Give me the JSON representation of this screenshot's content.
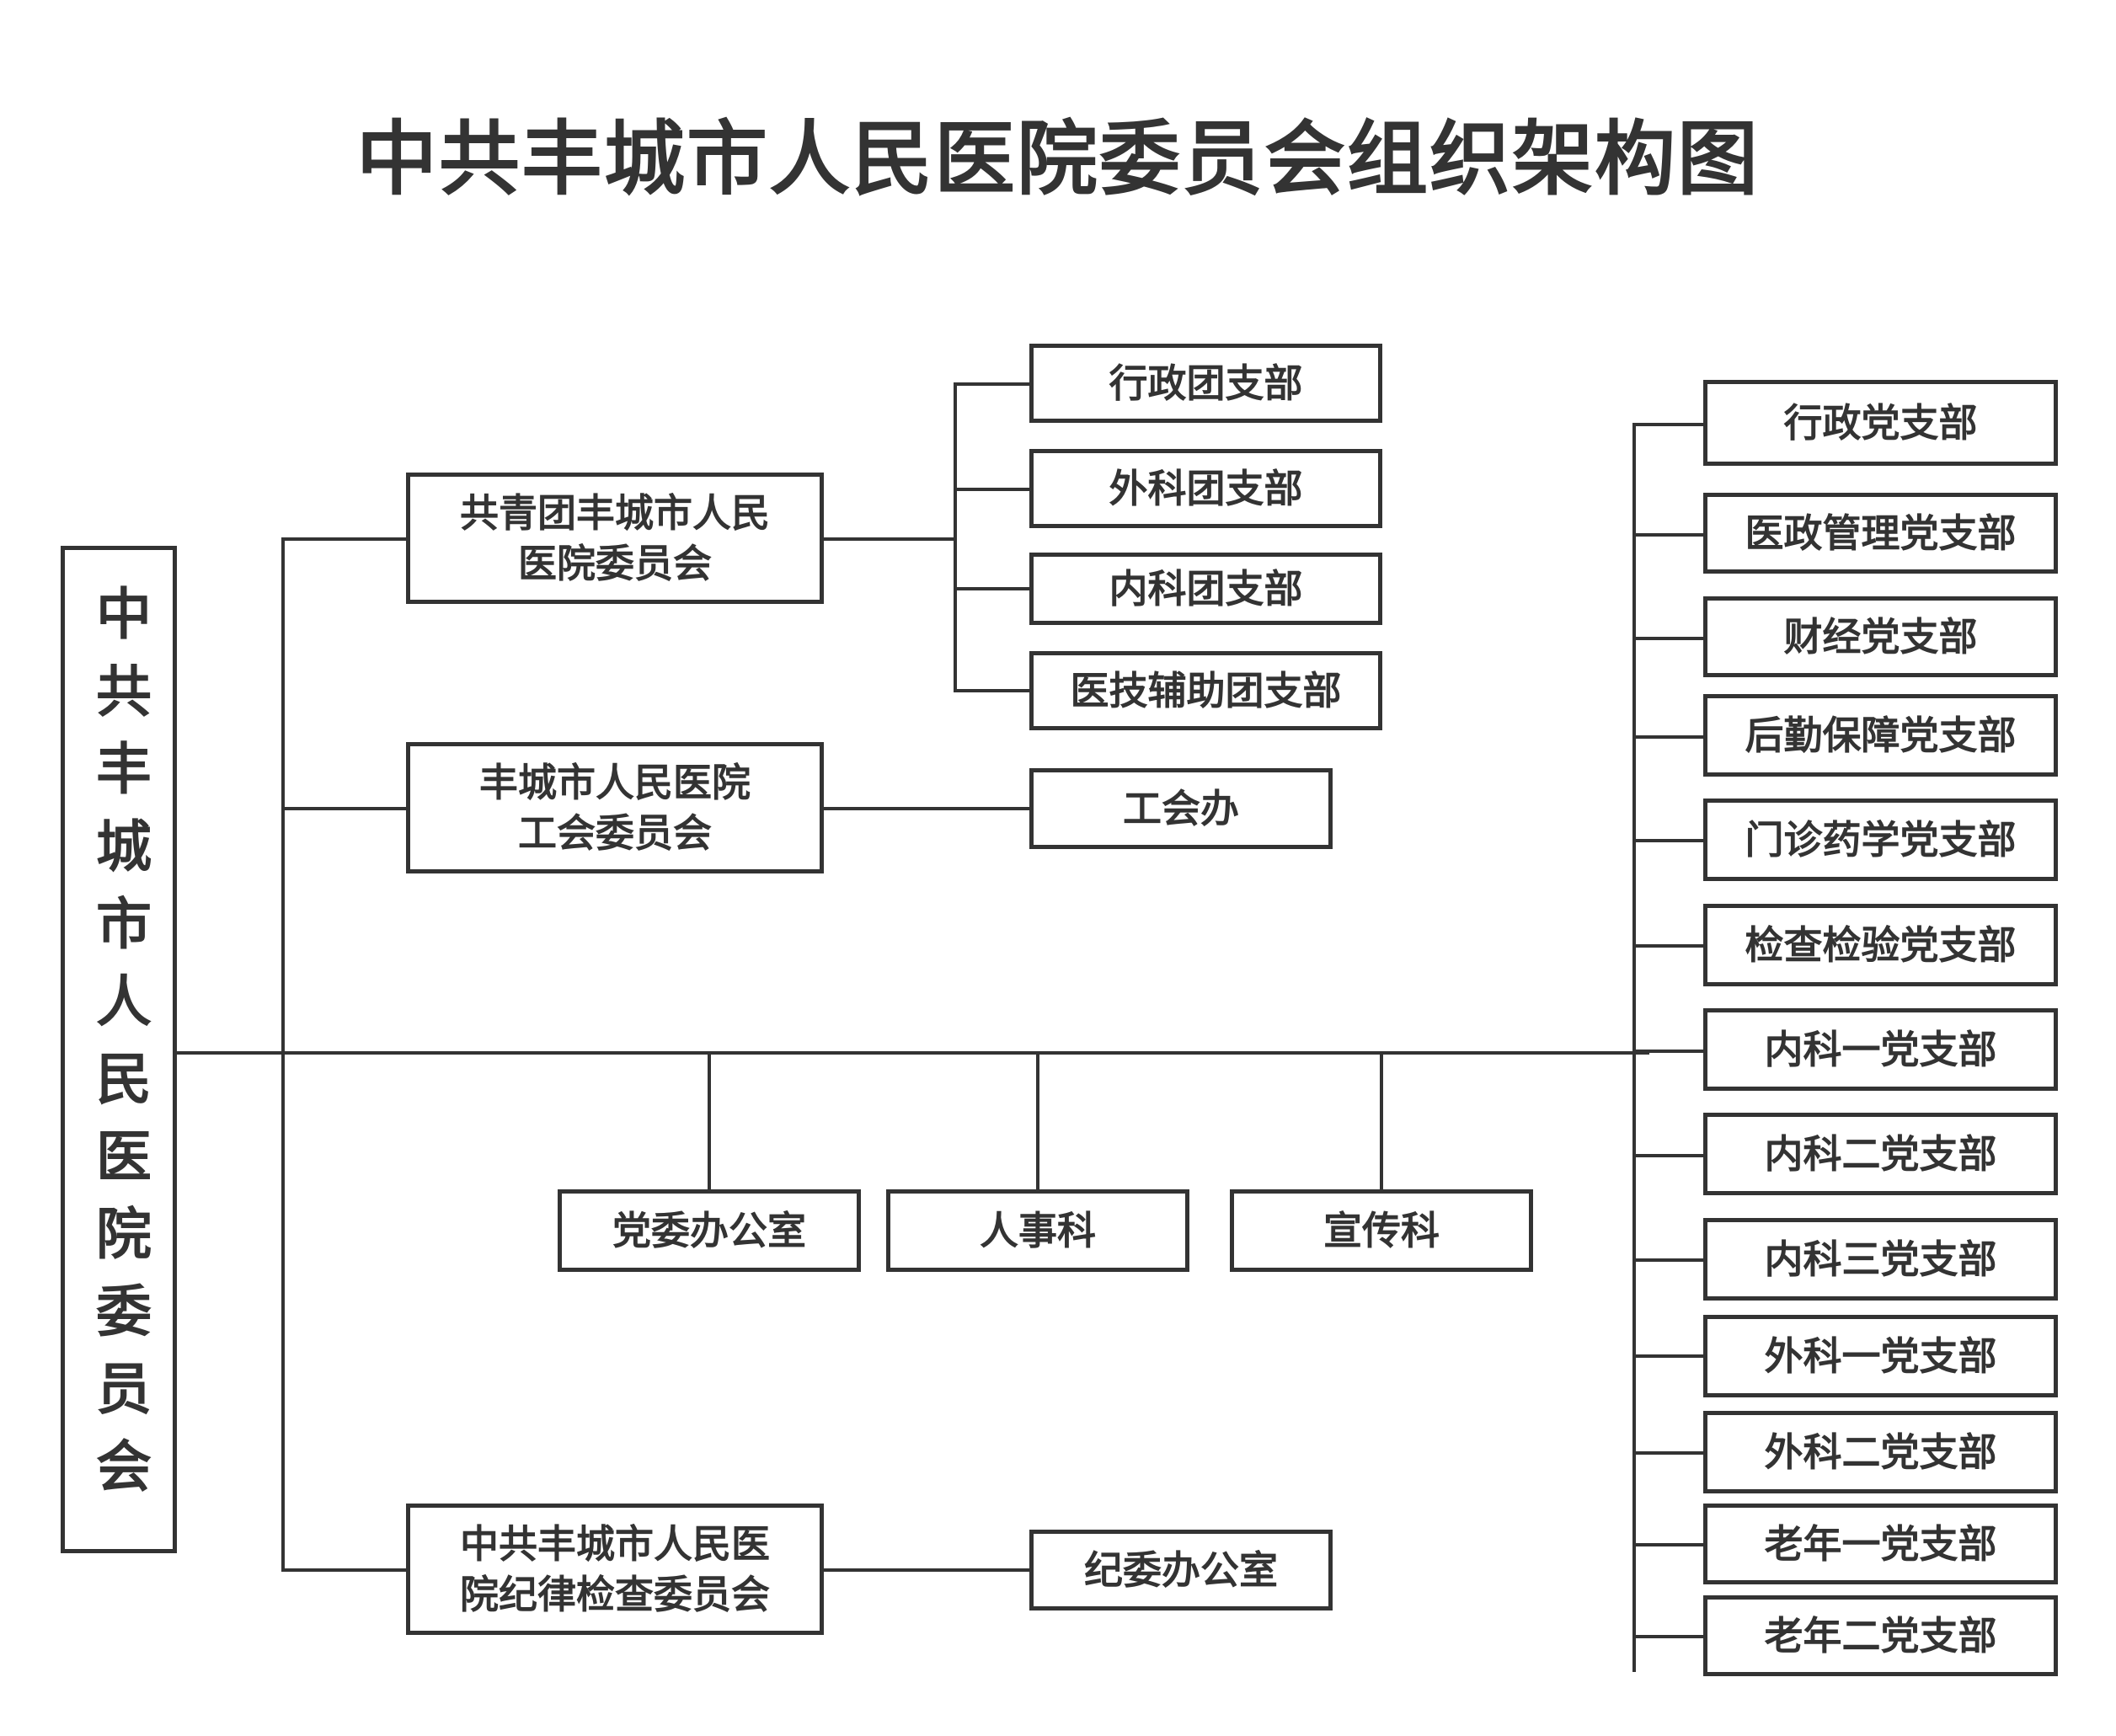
{
  "title": "中共丰城市人民医院委员会组织架构图",
  "root": {
    "label": "中共丰城市人民医院委员会"
  },
  "committees": {
    "youth_league": {
      "line1": "共青团丰城市人民",
      "line2": "医院委员会"
    },
    "trade_union": {
      "line1": "丰城市人民医院",
      "line2": "工会委员会"
    },
    "discipline": {
      "line1": "中共丰城市人民医",
      "line2": "院纪律检查委员会"
    }
  },
  "youth_branches": [
    "行政团支部",
    "外科团支部",
    "内科团支部",
    "医技辅助团支部"
  ],
  "union_office": "工会办",
  "discipline_office": "纪委办公室",
  "offices": [
    "党委办公室",
    "人事科",
    "宣传科"
  ],
  "party_branches": [
    "行政党支部",
    "医政管理党支部",
    "财经党支部",
    "后勤保障党支部",
    "门诊药学党支部",
    "检查检验党支部",
    "内科一党支部",
    "内科二党支部",
    "内科三党支部",
    "外科一党支部",
    "外科二党支部",
    "老年一党支部",
    "老年二党支部"
  ],
  "colors": {
    "line": "#333333",
    "text": "#333333",
    "background": "#ffffff"
  }
}
